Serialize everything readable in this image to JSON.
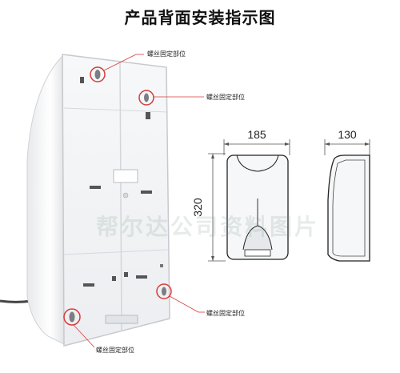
{
  "title": "产品背面安装指示图",
  "callouts": [
    {
      "id": "top-left",
      "text": "螺丝固定部位"
    },
    {
      "id": "top-right",
      "text": "螺丝固定部位"
    },
    {
      "id": "bottom-right",
      "text": "螺丝固定部位"
    },
    {
      "id": "bottom-left",
      "text": "螺丝固定部位"
    }
  ],
  "dimensions": {
    "width": "185",
    "height": "320",
    "depth": "130"
  },
  "watermark": "帮尔达公司资料图片",
  "colors": {
    "callout_circle": "#d93a3a",
    "leader_line": "#d93a3a",
    "dimension_line": "#555555",
    "body_fill": "#f4f5f7",
    "body_edge": "#c9ccd1"
  }
}
